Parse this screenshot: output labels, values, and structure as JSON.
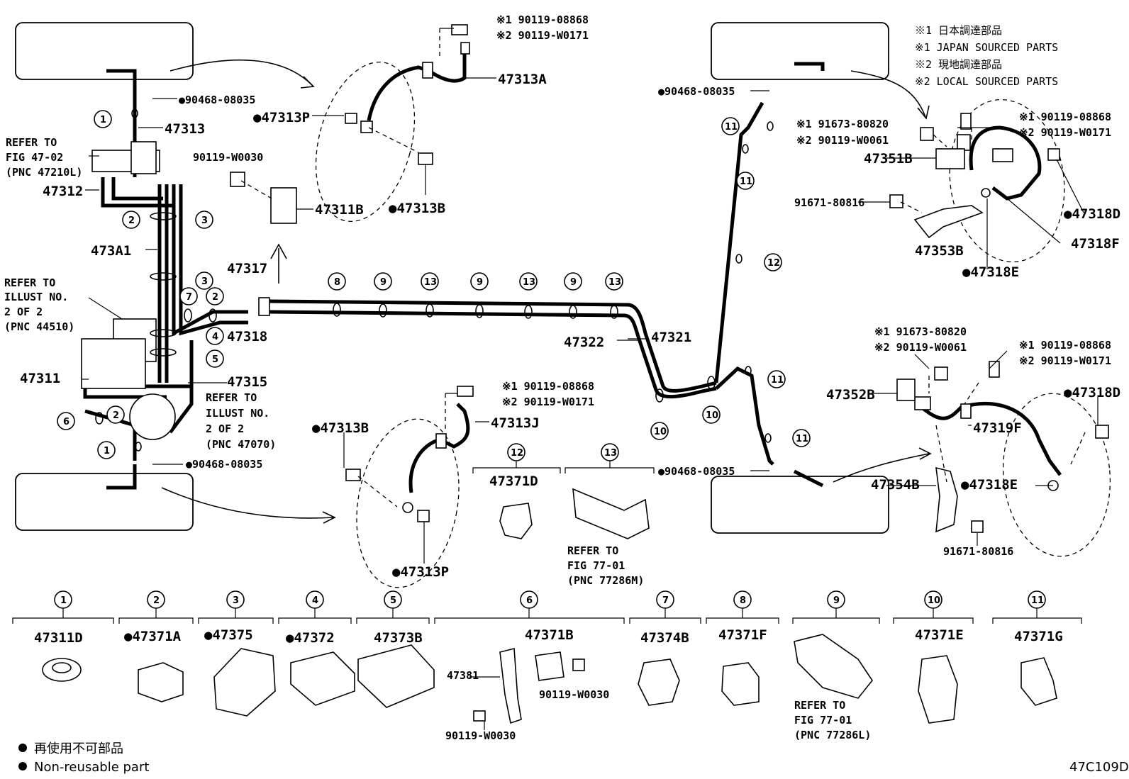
{
  "figure_code": "47C109D",
  "legend": {
    "bullet": "●",
    "jp": "再使用不可部品",
    "en": "Non-reusable part"
  },
  "source_notes": [
    "※1 日本調達部品",
    "※1 JAPAN SOURCED PARTS",
    "※2 現地調達部品",
    "※2 LOCAL SOURCED PARTS"
  ],
  "refs": {
    "fig4702": [
      "REFER TO",
      "FIG 47-02",
      "(PNC 47210L)"
    ],
    "illust44510": [
      "REFER TO",
      "ILLUST NO.",
      "2 OF 2",
      "(PNC 44510)"
    ],
    "illust47070": [
      "REFER TO",
      "ILLUST NO.",
      "2 OF 2",
      "(PNC 47070)"
    ],
    "fig7701m": [
      "REFER TO",
      "FIG 77-01",
      "(PNC 77286M)"
    ],
    "fig7701l": [
      "REFER TO",
      "FIG 77-01",
      "(PNC 77286L)"
    ]
  },
  "callouts": {
    "c47313a": "47313A",
    "c47313p_top": "●47313P",
    "c47313b_top": "●47313B",
    "c47311b": "47311B",
    "c90119w0030_top": "90119-W0030",
    "c90468_top": "●90468-08035",
    "c47313": "47313",
    "c47312": "47312",
    "c473a1": "473A1",
    "c47317": "47317",
    "c47318": "47318",
    "c47311": "47311",
    "c47315": "47315",
    "c90468_bot": "●90468-08035",
    "c47313b_bot": "●47313B",
    "c47313j": "47313J",
    "c47313p_bot": "●47313P",
    "c47371d": "47371D",
    "c47322": "47322",
    "c47321": "47321",
    "c90468_right_top": "●90468-08035",
    "c90468_right_bot": "●90468-08035",
    "c47351b": "47351B",
    "c91671_80816_a": "91671-80816",
    "c47353b": "47353B",
    "c47318d_a": "●47318D",
    "c47318f": "47318F",
    "c47318e_a": "●47318E",
    "c47352b": "47352B",
    "c47319f": "47319F",
    "c47318d_b": "●47318D",
    "c47354b": "47354B",
    "c47318e_b": "●47318E",
    "c91671_80816_b": "91671-80816"
  },
  "note_pairs": {
    "top_bolt": [
      "※1 90119-08868",
      "※2 90119-W0171"
    ],
    "bot_bolt": [
      "※1 90119-08868",
      "※2 90119-W0171"
    ],
    "rt_bracket_bolt": [
      "※1 91673-80820",
      "※2 90119-W0061"
    ],
    "rt_hose_bolt": [
      "※1 90119-08868",
      "※2 90119-W0171"
    ],
    "rb_bracket_bolt": [
      "※1 91673-80820",
      "※2 90119-W0061"
    ],
    "rb_hose_bolt": [
      "※1 90119-08868",
      "※2 90119-W0171"
    ]
  },
  "circle_numbers": [
    "1",
    "2",
    "3",
    "4",
    "5",
    "6",
    "7",
    "8",
    "9",
    "10",
    "11",
    "12",
    "13"
  ],
  "bottom_parts": [
    {
      "num": "1",
      "part": "47311D"
    },
    {
      "num": "2",
      "part": "●47371A"
    },
    {
      "num": "3",
      "part": "●47375"
    },
    {
      "num": "4",
      "part": "●47372"
    },
    {
      "num": "5",
      "part": "47373B"
    },
    {
      "num": "6",
      "part": "47371B"
    },
    {
      "num": "7",
      "part": "47374B"
    },
    {
      "num": "8",
      "part": "47371F"
    },
    {
      "num": "9",
      "part": ""
    },
    {
      "num": "10",
      "part": "47371E"
    },
    {
      "num": "11",
      "part": "47371G"
    }
  ],
  "bottom_sub": {
    "p47381": "47381",
    "p90119_w0030_a": "90119-W0030",
    "p90119_w0030_b": "90119-W0030"
  },
  "mid_parts": [
    {
      "num": "12",
      "part": "47371D"
    },
    {
      "num": "13",
      "part": ""
    }
  ]
}
